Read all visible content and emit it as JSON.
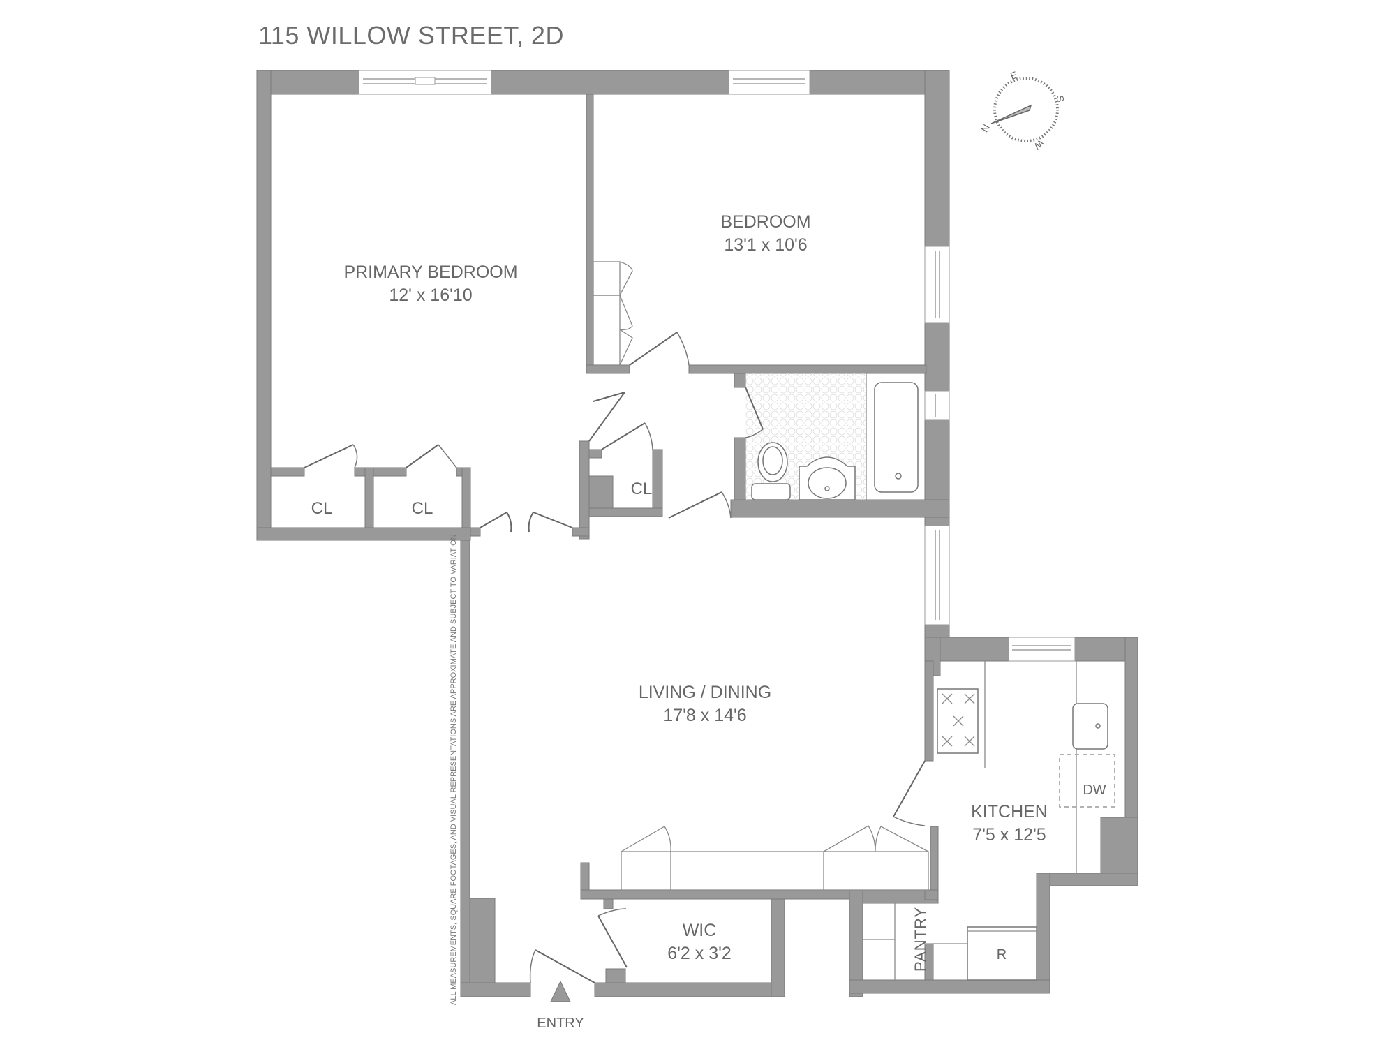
{
  "header": {
    "title": "115 WILLOW STREET, 2D"
  },
  "rooms": {
    "primary_bedroom": {
      "name": "PRIMARY BEDROOM",
      "dims": "12' x 16'10"
    },
    "bedroom": {
      "name": "BEDROOM",
      "dims": "13'1 x 10'6"
    },
    "living_dining": {
      "name": "LIVING / DINING",
      "dims": "17'8 x 14'6"
    },
    "kitchen": {
      "name": "KITCHEN",
      "dims": "7'5 x 12'5"
    },
    "wic": {
      "name": "WIC",
      "dims": "6'2 x 3'2"
    },
    "closet_1": {
      "name": "CL"
    },
    "closet_2": {
      "name": "CL"
    },
    "closet_3": {
      "name": "CL"
    },
    "pantry": {
      "name": "PANTRY"
    }
  },
  "appliances": {
    "dishwasher": "DW",
    "refrigerator": "R"
  },
  "entry": {
    "label": "ENTRY",
    "icon": "triangle-up-icon"
  },
  "compass": {
    "icon": "compass-icon",
    "north": "N",
    "east": "E",
    "south": "S",
    "west": "W"
  },
  "disclaimer": "ALL MEASUREMENTS, SQUARE FOOTAGES, AND VISUAL REPRESENTATIONS ARE APPROXIMATE AND SUBJECT TO VARIATION",
  "colors": {
    "wall": "#999999",
    "text": "#666666",
    "background": "#ffffff"
  }
}
